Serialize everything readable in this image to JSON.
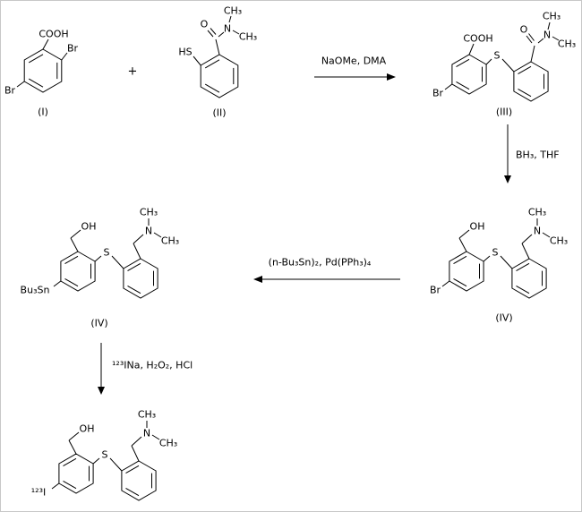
{
  "atoms": {
    "cooh": "COOH",
    "br": "Br",
    "hs": "HS",
    "o": "O",
    "n": "N",
    "ch3": "CH₃",
    "s": "S",
    "oh": "OH",
    "bu3sn": "Bu₃Sn",
    "i123": "¹²³I"
  },
  "operators": {
    "plus": "+"
  },
  "compound_labels": {
    "i": "(I)",
    "ii": "(II)",
    "iii": "(III)",
    "iv_right": "(IV)",
    "iv_left": "(IV)"
  },
  "reagents": {
    "step1": "NaOMe, DMA",
    "step2": "BH₃, THF",
    "step3": "(n-Bu₃Sn)₂, Pd(PPh₃)₄",
    "step4": "¹²³INa, H₂O₂, HCl"
  }
}
